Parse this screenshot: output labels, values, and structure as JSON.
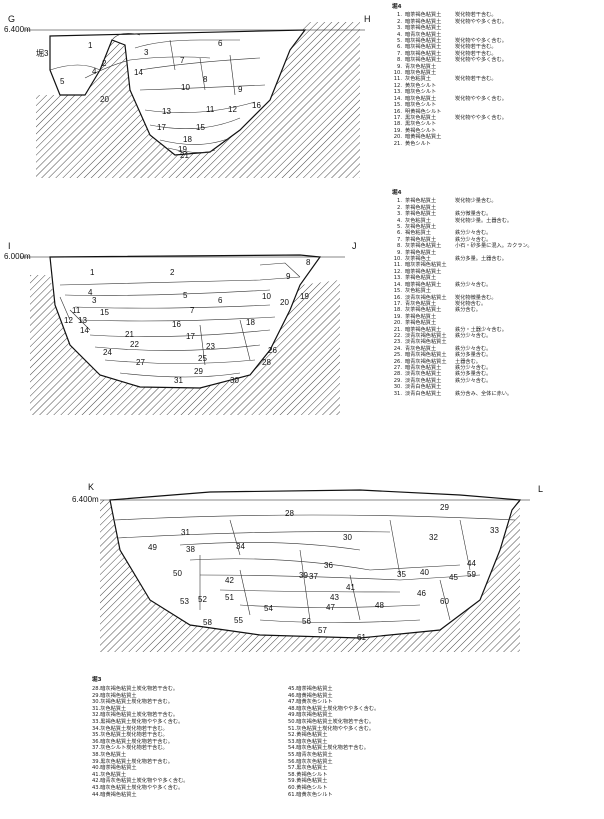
{
  "section_gh": {
    "left_label": "G",
    "right_label": "H",
    "elevation": "6.400m",
    "side_label": "堀3",
    "layer_numbers": [
      "1",
      "2",
      "3",
      "4",
      "5",
      "6",
      "7",
      "8",
      "9",
      "10",
      "11",
      "12",
      "13",
      "14",
      "15",
      "16",
      "17",
      "18",
      "19",
      "20",
      "21"
    ]
  },
  "legend_gh": {
    "title": "堀4",
    "rows": [
      [
        "1.",
        "暗茶褐色粘質土",
        "炭化物若干含む。"
      ],
      [
        "2.",
        "暗茶褐色粘質土",
        "炭化物やや多く含む。"
      ],
      [
        "3.",
        "暗茶褐色粘質土",
        ""
      ],
      [
        "4.",
        "暗青灰色粘質土",
        ""
      ],
      [
        "5.",
        "暗灰褐色粘質土",
        "炭化物やや多く含む。"
      ],
      [
        "6.",
        "暗灰褐色粘質土",
        "炭化物若干含む。"
      ],
      [
        "7.",
        "暗灰褐色粘質土",
        "炭化物若干含む。"
      ],
      [
        "8.",
        "暗灰褐色粘質土",
        "炭化物やや多く含む。"
      ],
      [
        "9.",
        "青灰色粘質土",
        ""
      ],
      [
        "10.",
        "暗灰色粘質土",
        ""
      ],
      [
        "11.",
        "灰色粘質土",
        "炭化物若干含む。"
      ],
      [
        "12.",
        "黄灰色シルト",
        ""
      ],
      [
        "13.",
        "暗灰色シルト",
        ""
      ],
      [
        "14.",
        "暗灰色粘質土",
        "炭化物やや多く含む。"
      ],
      [
        "15.",
        "暗灰色シルト",
        ""
      ],
      [
        "16.",
        "明黄褐色シルト",
        ""
      ],
      [
        "17.",
        "黒灰色粘質土",
        "炭化物やや多く含む。"
      ],
      [
        "18.",
        "黒灰色シルト",
        ""
      ],
      [
        "19.",
        "黄褐色シルト",
        ""
      ],
      [
        "20.",
        "暗黄褐色粘質土",
        ""
      ],
      [
        "21.",
        "黄色シルト",
        ""
      ]
    ]
  },
  "section_ij": {
    "left_label": "I",
    "right_label": "J",
    "elevation": "6.000m",
    "layer_numbers": [
      "1",
      "2",
      "3",
      "4",
      "5",
      "6",
      "7",
      "8",
      "9",
      "10",
      "11",
      "12",
      "13",
      "14",
      "15",
      "16",
      "17",
      "18",
      "19",
      "20",
      "21",
      "22",
      "23",
      "24",
      "25",
      "26",
      "27",
      "28",
      "29",
      "30",
      "31"
    ]
  },
  "legend_ij": {
    "title": "堀4",
    "rows": [
      [
        "1.",
        "茶褐色粘質土",
        "炭化物少量含む。"
      ],
      [
        "2.",
        "茶褐色粘質土",
        ""
      ],
      [
        "3.",
        "茶褐色粘質土",
        "鉄分微量含む。"
      ],
      [
        "4.",
        "灰色粘質土",
        "炭化物少量。土器含む。"
      ],
      [
        "5.",
        "灰褐色粘質土",
        ""
      ],
      [
        "6.",
        "褐色粘質土",
        "鉄分少々含む。"
      ],
      [
        "7.",
        "茶褐色粘質土",
        "鉄分少々含む。"
      ],
      [
        "8.",
        "灰茶褐色粘質土",
        "小石・砂多量に混入。カクラン。"
      ],
      [
        "9.",
        "茶褐色粘質土",
        ""
      ],
      [
        "10.",
        "灰茶褐色土",
        "鉄分多量。土器含む。"
      ],
      [
        "11.",
        "暗灰茶褐色粘質土",
        ""
      ],
      [
        "12.",
        "暗茶褐色粘質土",
        ""
      ],
      [
        "13.",
        "茶褐色粘質土",
        ""
      ],
      [
        "14.",
        "暗茶褐色粘質土",
        "鉄分少々含む。"
      ],
      [
        "15.",
        "灰色粘質土",
        ""
      ],
      [
        "16.",
        "淡青灰褐色粘質土",
        "炭化物微量含む。"
      ],
      [
        "17.",
        "青灰色粘質土",
        "炭化物含む。"
      ],
      [
        "18.",
        "灰茶褐色粘質土",
        "鉄分含む。"
      ],
      [
        "19.",
        "茶褐色粘質土",
        ""
      ],
      [
        "20.",
        "茶褐色粘質土",
        ""
      ],
      [
        "21.",
        "暗茶褐色粘質土",
        "鉄分・土器少々含む。"
      ],
      [
        "22.",
        "淡青灰褐色粘質土",
        "鉄分少々含む。"
      ],
      [
        "23.",
        "淡青灰褐色粘質土",
        ""
      ],
      [
        "24.",
        "青灰色粘質土",
        "鉄分少々含む。"
      ],
      [
        "25.",
        "暗青灰褐色粘質土",
        "鉄分多量含む。"
      ],
      [
        "26.",
        "暗青灰褐色粘質土",
        "土器含む。"
      ],
      [
        "27.",
        "暗青灰色粘質土",
        "鉄分少々含む。"
      ],
      [
        "28.",
        "淡青灰色粘質土",
        "鉄分多量含む。"
      ],
      [
        "29.",
        "淡青灰色粘質土",
        "鉄分少々含む。"
      ],
      [
        "30.",
        "淡青白色粘質土",
        ""
      ],
      [
        "31.",
        "淡青白色粘質土",
        "鉄分含み、全体に赤い。"
      ]
    ]
  },
  "section_kl": {
    "left_label": "K",
    "right_label": "L",
    "elevation": "6.400m",
    "layer_numbers": [
      "28",
      "29",
      "30",
      "31",
      "32",
      "33",
      "34",
      "35",
      "36",
      "37",
      "38",
      "39",
      "40",
      "41",
      "42",
      "43",
      "44",
      "45",
      "46",
      "47",
      "48",
      "49",
      "50",
      "51",
      "52",
      "53",
      "54",
      "55",
      "56",
      "57",
      "58",
      "59",
      "60",
      "61"
    ]
  },
  "legend_kl": {
    "title": "堀3",
    "left_rows": [
      [
        "28.",
        "暗灰褐色粘質土",
        "炭化物若干含む。"
      ],
      [
        "29.",
        "暗灰褐色粘質土",
        ""
      ],
      [
        "30.",
        "灰褐色粘質土",
        "炭化物若干含む。"
      ],
      [
        "31.",
        "灰色粘質土",
        ""
      ],
      [
        "32.",
        "暗灰褐色粘質土",
        "炭化物若干含む。"
      ],
      [
        "33.",
        "黒褐色粘質土",
        "炭化物やや多く含む。"
      ],
      [
        "34.",
        "灰色粘質土",
        "炭化物若干含む。"
      ],
      [
        "35.",
        "灰色粘質土",
        "炭化物若干含む。"
      ],
      [
        "36.",
        "暗灰色粘質土",
        "炭化物若干含む。"
      ],
      [
        "37.",
        "灰色シルト",
        "炭化物若干含む。"
      ],
      [
        "38.",
        "灰色粘質土",
        ""
      ],
      [
        "39.",
        "黒灰色粘質土",
        "炭化物若干含む。"
      ],
      [
        "40.",
        "暗茶褐色粘質土",
        ""
      ],
      [
        "41.",
        "灰色粘質土",
        ""
      ],
      [
        "42.",
        "暗青灰色粘質土",
        "炭化物やや多く含む。"
      ],
      [
        "43.",
        "暗灰色粘質土",
        "炭化物やや多く含む。"
      ],
      [
        "44.",
        "暗黄褐色粘質土",
        ""
      ]
    ],
    "right_rows": [
      [
        "45.",
        "暗茶褐色粘質土",
        ""
      ],
      [
        "46.",
        "暗黄褐色粘質土",
        ""
      ],
      [
        "47.",
        "暗黄灰色シルト",
        ""
      ],
      [
        "48.",
        "暗灰色粘質土",
        "炭化物やや多く含む。"
      ],
      [
        "49.",
        "暗灰褐色粘質土",
        ""
      ],
      [
        "50.",
        "暗灰褐色粘質土",
        "炭化物若干含む。"
      ],
      [
        "51.",
        "灰色粘質土",
        "炭化物やや多く含む。"
      ],
      [
        "52.",
        "黄褐色粘質土",
        ""
      ],
      [
        "53.",
        "暗灰色粘質土",
        ""
      ],
      [
        "54.",
        "暗灰色粘質土",
        "炭化物若干含む。"
      ],
      [
        "55.",
        "暗青灰色粘質土",
        ""
      ],
      [
        "56.",
        "暗灰灰色粘質土",
        ""
      ],
      [
        "57.",
        "黒灰色粘質土",
        ""
      ],
      [
        "58.",
        "黄褐色シルト",
        ""
      ],
      [
        "59.",
        "黄褐色粘質土",
        ""
      ],
      [
        "60.",
        "黄褐色シルト",
        ""
      ],
      [
        "61.",
        "暗黄灰色シルト",
        ""
      ]
    ]
  }
}
